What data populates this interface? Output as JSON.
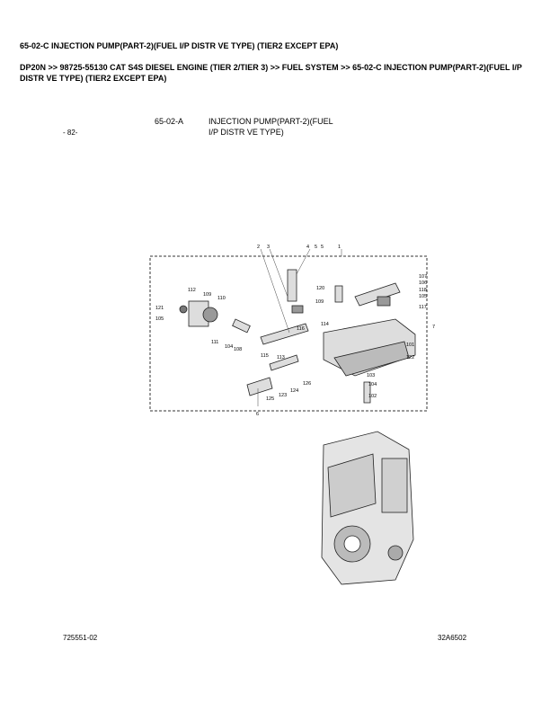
{
  "header": {
    "title": "65-02-C INJECTION PUMP(PART-2)(FUEL I/P DISTR VE TYPE) (TIER2 EXCEPT EPA)",
    "breadcrumb": "DP20N >> 98725-55130 CAT S4S DIESEL ENGINE (TIER 2/TIER 3) >> FUEL SYSTEM >> 65-02-C INJECTION PUMP(PART-2)(FUEL I/P DISTR VE TYPE) (TIER2 EXCEPT EPA)"
  },
  "figure": {
    "page_no": "- 82-",
    "section": "65-02-A",
    "caption_line1": "INJECTION PUMP(PART-2)(FUEL",
    "caption_line2": "I/P DISTR VE TYPE)",
    "footer_left": "725551-02",
    "footer_right": "32A6502",
    "callouts": [
      "2",
      "3",
      "4",
      "5",
      "5",
      "1",
      "107",
      "106",
      "118",
      "105",
      "117",
      "7",
      "120",
      "109",
      "112",
      "109",
      "110",
      "121",
      "105",
      "111",
      "104",
      "108",
      "116",
      "114",
      "101",
      "122",
      "115",
      "113",
      "103",
      "104",
      "102",
      "126",
      "125",
      "123",
      "124",
      "6"
    ]
  }
}
